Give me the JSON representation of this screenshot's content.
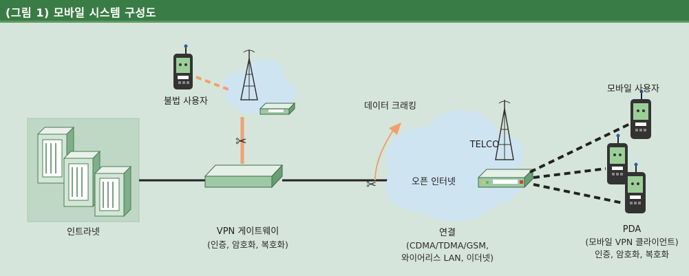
{
  "header": {
    "title": "(그림 1) 모바일 시스템 구성도"
  },
  "nodes": {
    "intranet": "인트라넷",
    "vpn_gateway": "VPN 게이트웨이",
    "vpn_gateway_sub": "(인증, 암호화, 복호화)",
    "illegal_user": "불법 사용자",
    "data_cracking": "데이터 크래킹",
    "telco": "TELCO",
    "open_internet": "오픈 인터넷",
    "connection": "연결",
    "connection_sub1": "(CDMA/TDMA/GSM,",
    "connection_sub2": "와이어리스 LAN, 이더넷)",
    "mobile_user": "모바일 사용자",
    "pda": "PDA",
    "pda_sub1": "(모바일 VPN 클라이언트)",
    "pda_sub2": "인증, 암호화, 복호화"
  },
  "colors": {
    "header": "#3a7c45",
    "cloud": "#cfe4f1",
    "device": "#8fc59a",
    "cut_line": "#f0a070",
    "wire": "#222222"
  }
}
